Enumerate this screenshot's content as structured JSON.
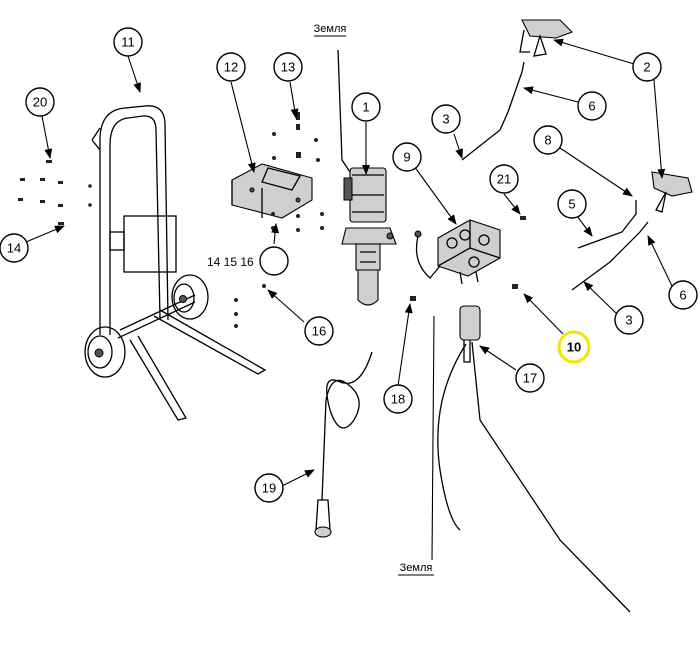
{
  "diagram": {
    "ground_labels": [
      "Земля",
      "Земля"
    ],
    "callouts": [
      {
        "id": "callout-1",
        "label": "1"
      },
      {
        "id": "callout-2",
        "label": "2"
      },
      {
        "id": "callout-3-top",
        "label": "3"
      },
      {
        "id": "callout-3-bottom",
        "label": "3"
      },
      {
        "id": "callout-5",
        "label": "5"
      },
      {
        "id": "callout-6-top",
        "label": "6"
      },
      {
        "id": "callout-6-bottom",
        "label": "6"
      },
      {
        "id": "callout-8",
        "label": "8"
      },
      {
        "id": "callout-9",
        "label": "9"
      },
      {
        "id": "callout-10",
        "label": "10",
        "highlight_color": "#f2e600"
      },
      {
        "id": "callout-11",
        "label": "11"
      },
      {
        "id": "callout-12",
        "label": "12"
      },
      {
        "id": "callout-13",
        "label": "13"
      },
      {
        "id": "callout-14",
        "label": "14"
      },
      {
        "id": "callout-16",
        "label": "16"
      },
      {
        "id": "callout-17",
        "label": "17"
      },
      {
        "id": "callout-18",
        "label": "18"
      },
      {
        "id": "callout-19",
        "label": "19"
      },
      {
        "id": "callout-20",
        "label": "20"
      },
      {
        "id": "callout-21",
        "label": "21"
      }
    ],
    "multi_callout_label": "14 15 16"
  }
}
